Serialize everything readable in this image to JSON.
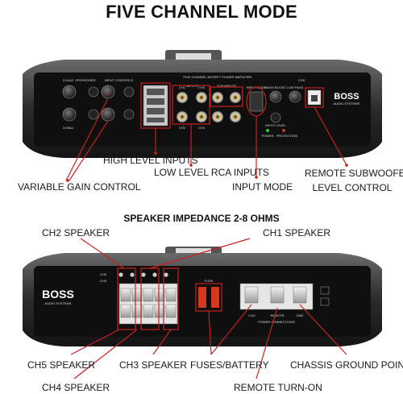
{
  "title": "FIVE CHANNEL MODE",
  "top_panel": {
    "labels": {
      "high_level_inputs": "HIGH LEVEL INPUTS",
      "low_level_rca_inputs": "LOW LEVEL RCA INPUTS",
      "variable_gain_control": "VARIABLE GAIN CONTROL",
      "input_mode": "INPUT MODE",
      "remote_subwoofer_level_control_l1": "REMOTE SUBWOOFER",
      "remote_subwoofer_level_control_l2": "LEVEL CONTROL"
    },
    "panel_text": {
      "amp_caption": "FIVE CHANNEL MOSFET POWER AMPLIFIER",
      "brand": "BOSS",
      "brand_sub": "AUDIO SYSTEMS",
      "ch5": "CH5",
      "ch1": "CH1",
      "ch2": "CH2",
      "ch3": "CH3",
      "ch4": "CH4",
      "inputs": "INPUTS",
      "sub_inputs": "SUB INPUTS",
      "input_mode": "INPUT MODE",
      "bass_boost": "BASS BOOST",
      "low_pass": "LOW PASS",
      "crossover": "CROSSOVER",
      "input_controls": "INPUT CONTROLS",
      "power": "POWER",
      "protection": "PROTECTION",
      "input_level": "INPUT LEVEL",
      "ch_label_top": "CH5",
      "ch_label_a": "CH1&2",
      "ch_label_b": "CH3&4"
    }
  },
  "speaker_impedance": "SPEAKER IMPEDANCE 2-8 OHMS",
  "bottom_panel": {
    "labels": {
      "ch2_speaker": "CH2 SPEAKER",
      "ch1_speaker": "CH1 SPEAKER",
      "ch5_speaker": "CH5 SPEAKER",
      "ch3_speaker": "CH3 SPEAKER",
      "fuses_battery": "FUSES/BATTERY",
      "chassis_ground_point": "CHASSIS GROUND POINT",
      "ch4_speaker": "CH4 SPEAKER",
      "remote_turn_on": "REMOTE TURN-ON"
    },
    "panel_text": {
      "brand": "BOSS",
      "brand_sub": "AUDIO SYSTEMS",
      "fuse": "FUSE",
      "plus_12v": "+12V",
      "gnd": "GND",
      "remote": "REMOTE",
      "power_connections": "POWER CONNECTIONS",
      "ch5": "CH5",
      "ch3": "CH3"
    }
  },
  "colors": {
    "callout_red": "#c8201f",
    "chassis_dark": "#1e1e1e",
    "chassis_mid": "#3a3a3a",
    "panel_black": "#0d0d0d",
    "fuse_red": "#d4361e"
  }
}
